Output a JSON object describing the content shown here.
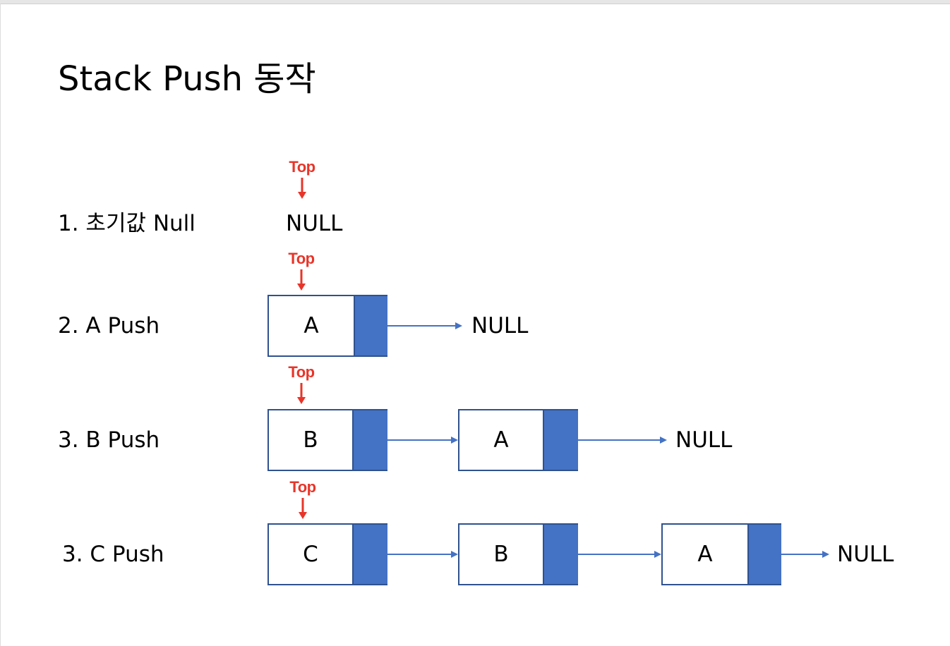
{
  "title": "Stack Push 동작",
  "top_label": "Top",
  "null_label": "NULL",
  "colors": {
    "top_marker": "#e8352a",
    "node_border": "#2f528f",
    "node_pointer_fill": "#4472c4",
    "link_arrow": "#4472c4"
  },
  "steps": [
    {
      "label": "1. 초기값 Null",
      "nodes": []
    },
    {
      "label": "2. A Push",
      "nodes": [
        "A"
      ]
    },
    {
      "label": "3. B Push",
      "nodes": [
        "B",
        "A"
      ]
    },
    {
      "label": "3. C Push",
      "nodes": [
        "C",
        "B",
        "A"
      ]
    }
  ]
}
